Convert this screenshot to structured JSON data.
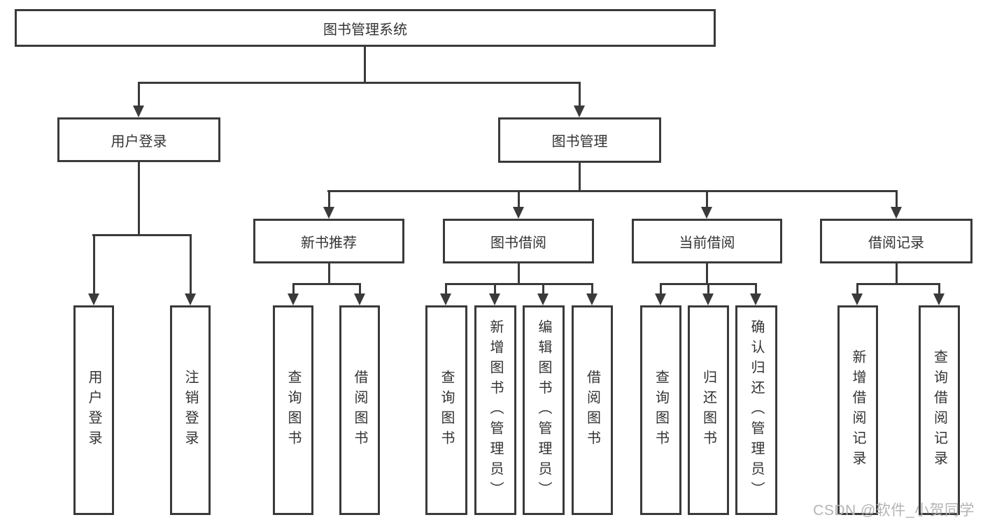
{
  "diagram_type": "hierarchy-tree",
  "tree": {
    "root": {
      "label": "图书管理系统"
    },
    "branches": [
      {
        "label": "用户登录",
        "children": [
          "用户登录",
          "注销登录"
        ]
      },
      {
        "label": "图书管理",
        "groups": [
          {
            "label": "新书推荐",
            "children": [
              "查询图书",
              "借阅图书"
            ]
          },
          {
            "label": "图书借阅",
            "children": [
              "查询图书",
              "新增图书（管理员）",
              "编辑图书（管理员）",
              "借阅图书"
            ]
          },
          {
            "label": "当前借阅",
            "children": [
              "查询图书",
              "归还图书",
              "确认归还（管理员）"
            ]
          },
          {
            "label": "借阅记录",
            "children": [
              "新增借阅记录",
              "查询借阅记录"
            ]
          }
        ]
      }
    ]
  },
  "watermark": "CSDN @软件_小贺同学",
  "colors": {
    "line": "#3a3a3a",
    "text": "#333333",
    "watermark": "#b4b4b4",
    "background": "#ffffff"
  }
}
